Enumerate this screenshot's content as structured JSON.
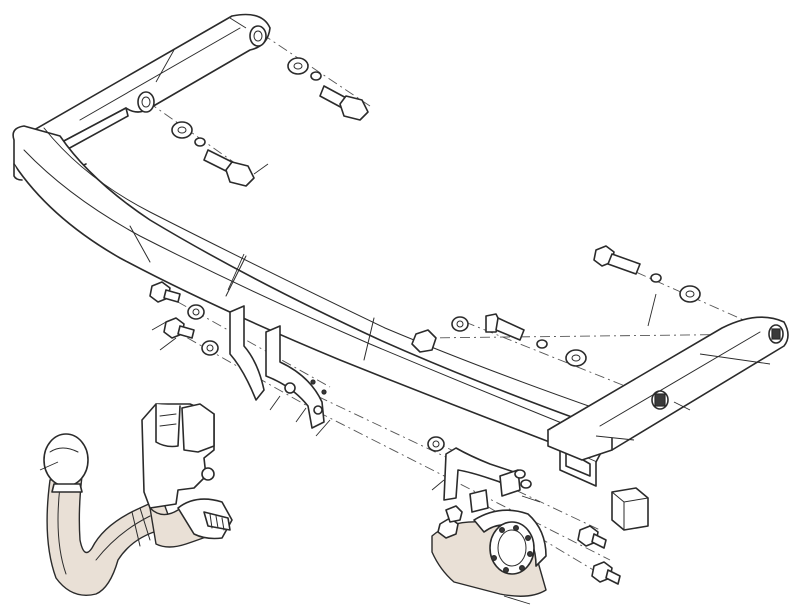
{
  "diagram": {
    "parts": [
      "crossbar",
      "left-bracket-arm",
      "right-bracket-arm",
      "tow-ball-neck",
      "tow-ball",
      "lock-housing",
      "electrical-socket-plate",
      "socket-mount-bracket",
      "bolts",
      "washers",
      "nuts",
      "spacer-blocks"
    ],
    "colors": {
      "line": "#2b2b2b",
      "shading": "#e9e0d6",
      "background": "#ffffff"
    }
  }
}
